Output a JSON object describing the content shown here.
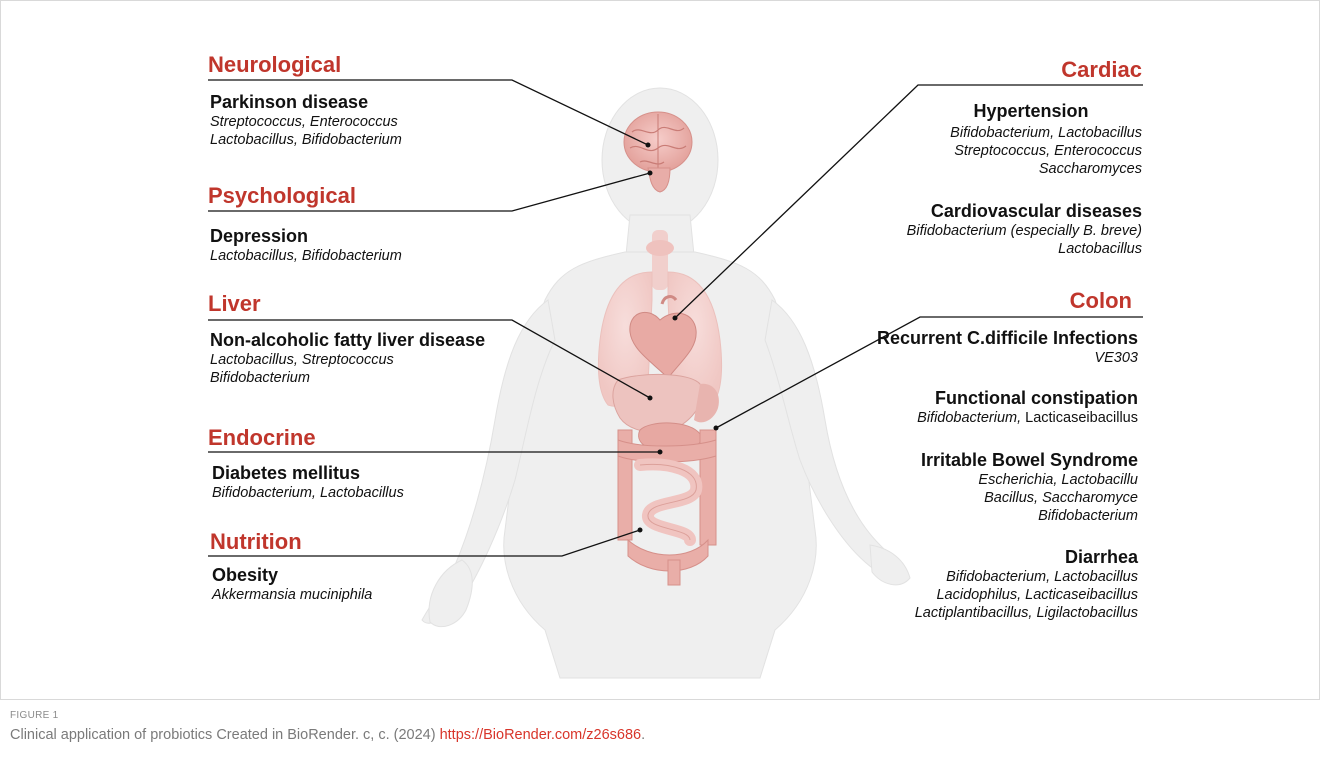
{
  "left": {
    "neurological": {
      "category": "Neurological",
      "disease": "Parkinson disease",
      "organisms": [
        "Streptococcus, Enterococcus",
        "Lactobacillus, Bifidobacterium"
      ]
    },
    "psychological": {
      "category": "Psychological",
      "disease": "Depression",
      "organisms": [
        "Lactobacillus, Bifidobacterium"
      ]
    },
    "liver": {
      "category": "Liver",
      "disease": "Non-alcoholic fatty liver disease",
      "organisms": [
        "Lactobacillus, Streptococcus",
        "Bifidobacterium"
      ]
    },
    "endocrine": {
      "category": "Endocrine",
      "disease": "Diabetes mellitus",
      "organisms": [
        "Bifidobacterium, Lactobacillus"
      ]
    },
    "nutrition": {
      "category": "Nutrition",
      "disease": "Obesity",
      "organisms": [
        "Akkermansia muciniphila"
      ]
    }
  },
  "right": {
    "cardiac": {
      "category": "Cardiac",
      "diseases": [
        {
          "name": "Hypertension",
          "organisms": [
            "Bifidobacterium, Lactobacillus",
            "Streptococcus, Enterococcus",
            "Saccharomyces"
          ]
        },
        {
          "name": "Cardiovascular diseases",
          "organisms": [
            "Bifidobacterium  (especially B. breve)",
            "Lactobacillus"
          ]
        }
      ]
    },
    "colon": {
      "category": "Colon",
      "diseases": [
        {
          "name": "Recurrent C.difficile Infections",
          "organisms": [
            "VE303"
          ]
        },
        {
          "name": "Functional constipation",
          "organism_italic": "Bifidobacterium,",
          "organism_plain": " Lacticaseibacillus"
        },
        {
          "name": "Irritable Bowel Syndrome",
          "organisms": [
            "Escherichia, Lactobacillu",
            "Bacillus, Saccharomyce",
            "Bifidobacterium"
          ]
        },
        {
          "name": "Diarrhea",
          "organisms": [
            "Bifidobacterium, Lactobacillus",
            "Lacidophilus, Lacticaseibacillus",
            "Lactiplantibacillus, Ligilactobacillus"
          ]
        }
      ]
    }
  },
  "caption": {
    "label": "FIGURE 1",
    "text": "Clinical application of probiotics Created in BioRender. c, c. (2024) ",
    "link": "https://BioRender.com/z26s686",
    "end": "."
  },
  "colors": {
    "category_red": "#c0362c",
    "body_fill": "#efefef",
    "organ_pink": "#ecbcb8",
    "organ_dark": "#d98c86"
  }
}
